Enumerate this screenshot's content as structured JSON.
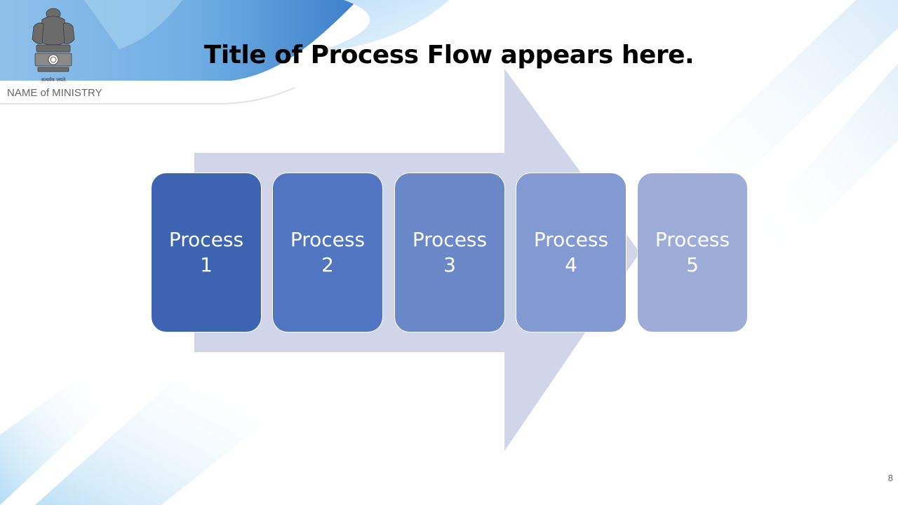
{
  "header": {
    "emblem_caption": "सत्यमेव जयते",
    "ministry": "NAME of MINISTRY"
  },
  "title": "Title of Process Flow appears here.",
  "process_flow": {
    "steps": [
      {
        "label": "Process",
        "number": "1",
        "color": "#3C64B1"
      },
      {
        "label": "Process",
        "number": "2",
        "color": "#5275C1"
      },
      {
        "label": "Process",
        "number": "3",
        "color": "#6A88C8"
      },
      {
        "label": "Process",
        "number": "4",
        "color": "#8399D1"
      },
      {
        "label": "Process",
        "number": "5",
        "color": "#9EADD8"
      }
    ],
    "arrow_color": "#D0D5EA"
  },
  "page_number": "8"
}
